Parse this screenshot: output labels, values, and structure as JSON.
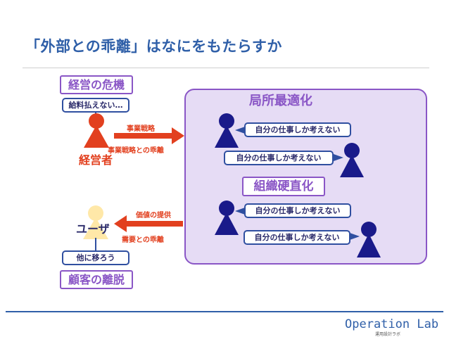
{
  "title": "「外部との乖離」はなにをもたらすか",
  "colors": {
    "accent_blue": "#2f5fa8",
    "purple": "#8a56c6",
    "panel_fill": "#e6dcf5",
    "red": "#e2401f",
    "navy": "#1a1a8a",
    "yellow": "#ffe8a8"
  },
  "manager": {
    "crisis_label": "経営の危機",
    "bubble": "給料払えない…",
    "name": "経営者",
    "arrow_label": "事業戦略",
    "gap_label": "事業戦略との乖離"
  },
  "user": {
    "name": "ユーザ",
    "bubble": "他に移ろう",
    "churn_label": "顧客の離脱",
    "arrow_label": "価値の提供",
    "gap_label": "需要との乖離"
  },
  "panel": {
    "title": "局所最適化",
    "middle_label": "組織硬直化",
    "worker_bubbles": [
      "自分の仕事しか考えない",
      "自分の仕事しか考えない",
      "自分の仕事しか考えない",
      "自分の仕事しか考えない"
    ]
  },
  "footer": {
    "brand": "Operation Lab",
    "subtitle": "運用設計ラボ"
  }
}
